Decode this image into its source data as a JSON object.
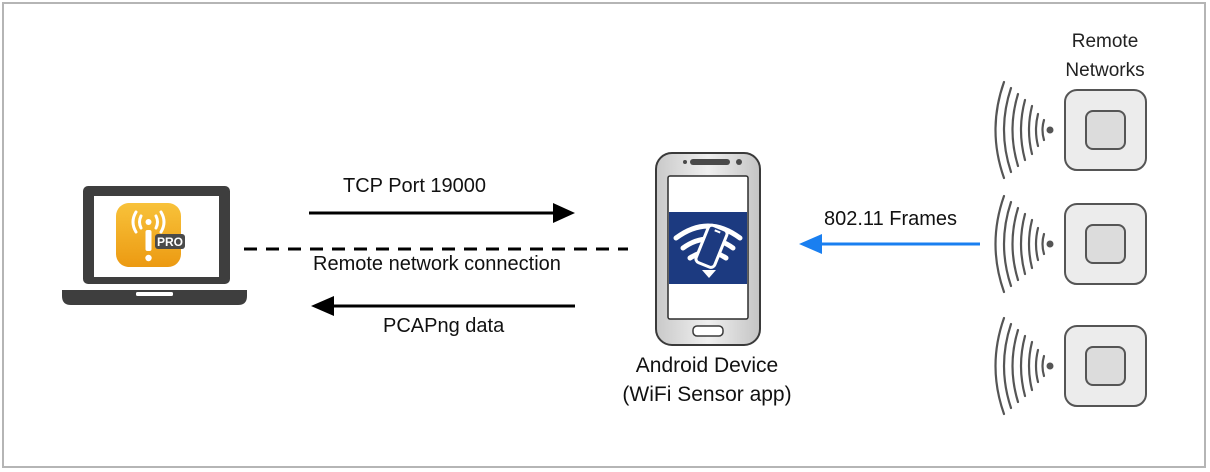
{
  "labels": {
    "tcp_port": "TCP Port 19000",
    "remote_connection": "Remote network connection",
    "pcap_data": "PCAPng data",
    "frames": "802.11 Frames",
    "device_line1": "Android Device",
    "device_line2": "(WiFi Sensor app)",
    "remote_line1": "Remote",
    "remote_line2": "Networks",
    "app_badge": "PRO"
  },
  "colors": {
    "frames_arrow": "#1a7ff0",
    "app_icon": "#f3a81e",
    "phone_screen": "#1c3a80",
    "router": "#ececec"
  },
  "icons": {
    "laptop": "laptop-icon",
    "app": "wifi-explorer-pro-app-icon",
    "phone": "android-phone-icon",
    "sensor_app": "wifi-sensor-app-icon",
    "routers": [
      "access-point-icon",
      "access-point-icon",
      "access-point-icon"
    ]
  }
}
